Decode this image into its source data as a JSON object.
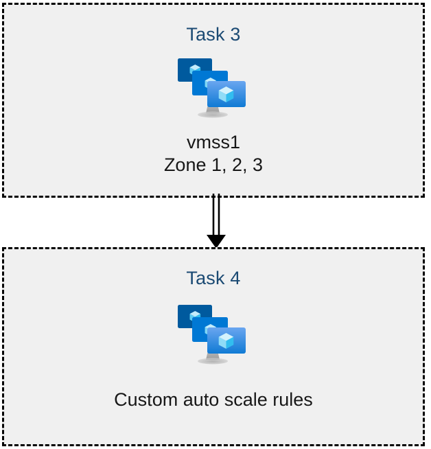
{
  "diagram": {
    "type": "flow",
    "title": "",
    "background_color": "#ffffff",
    "box_fill_color": "#f0f0f0",
    "box_border_color": "#000000",
    "heading_color": "#1b4a73",
    "caption_color": "#171717",
    "nodes": [
      {
        "id": "task-3",
        "heading": "Task 3",
        "icon": "vm-scale-set-icon",
        "caption": "vmss1\nZone 1, 2, 3",
        "caption_lines": [
          "vmss1",
          "Zone 1, 2, 3"
        ]
      },
      {
        "id": "task-4",
        "heading": "Task 4",
        "icon": "vm-scale-set-icon",
        "caption": "Custom auto scale rules",
        "caption_lines": [
          "Custom auto scale rules"
        ]
      }
    ],
    "connectors": [
      {
        "id": "task3-to-task4",
        "from": "task-3",
        "to": "task-4",
        "style": "double-line",
        "arrowhead": "solid-triangle",
        "color": "#000000",
        "label": ""
      }
    ]
  },
  "icon_colors": {
    "screen_back": "#005a9e",
    "screen_middle": "#0078d4",
    "screen_front_top": "#6aa6f0",
    "screen_front_bottom": "#0f7ad4",
    "cube_light": "#c3ecfb",
    "cube_mid": "#8fdcf7",
    "cube_dark": "#32bdef",
    "stand_gray": "#a8a8a8"
  }
}
